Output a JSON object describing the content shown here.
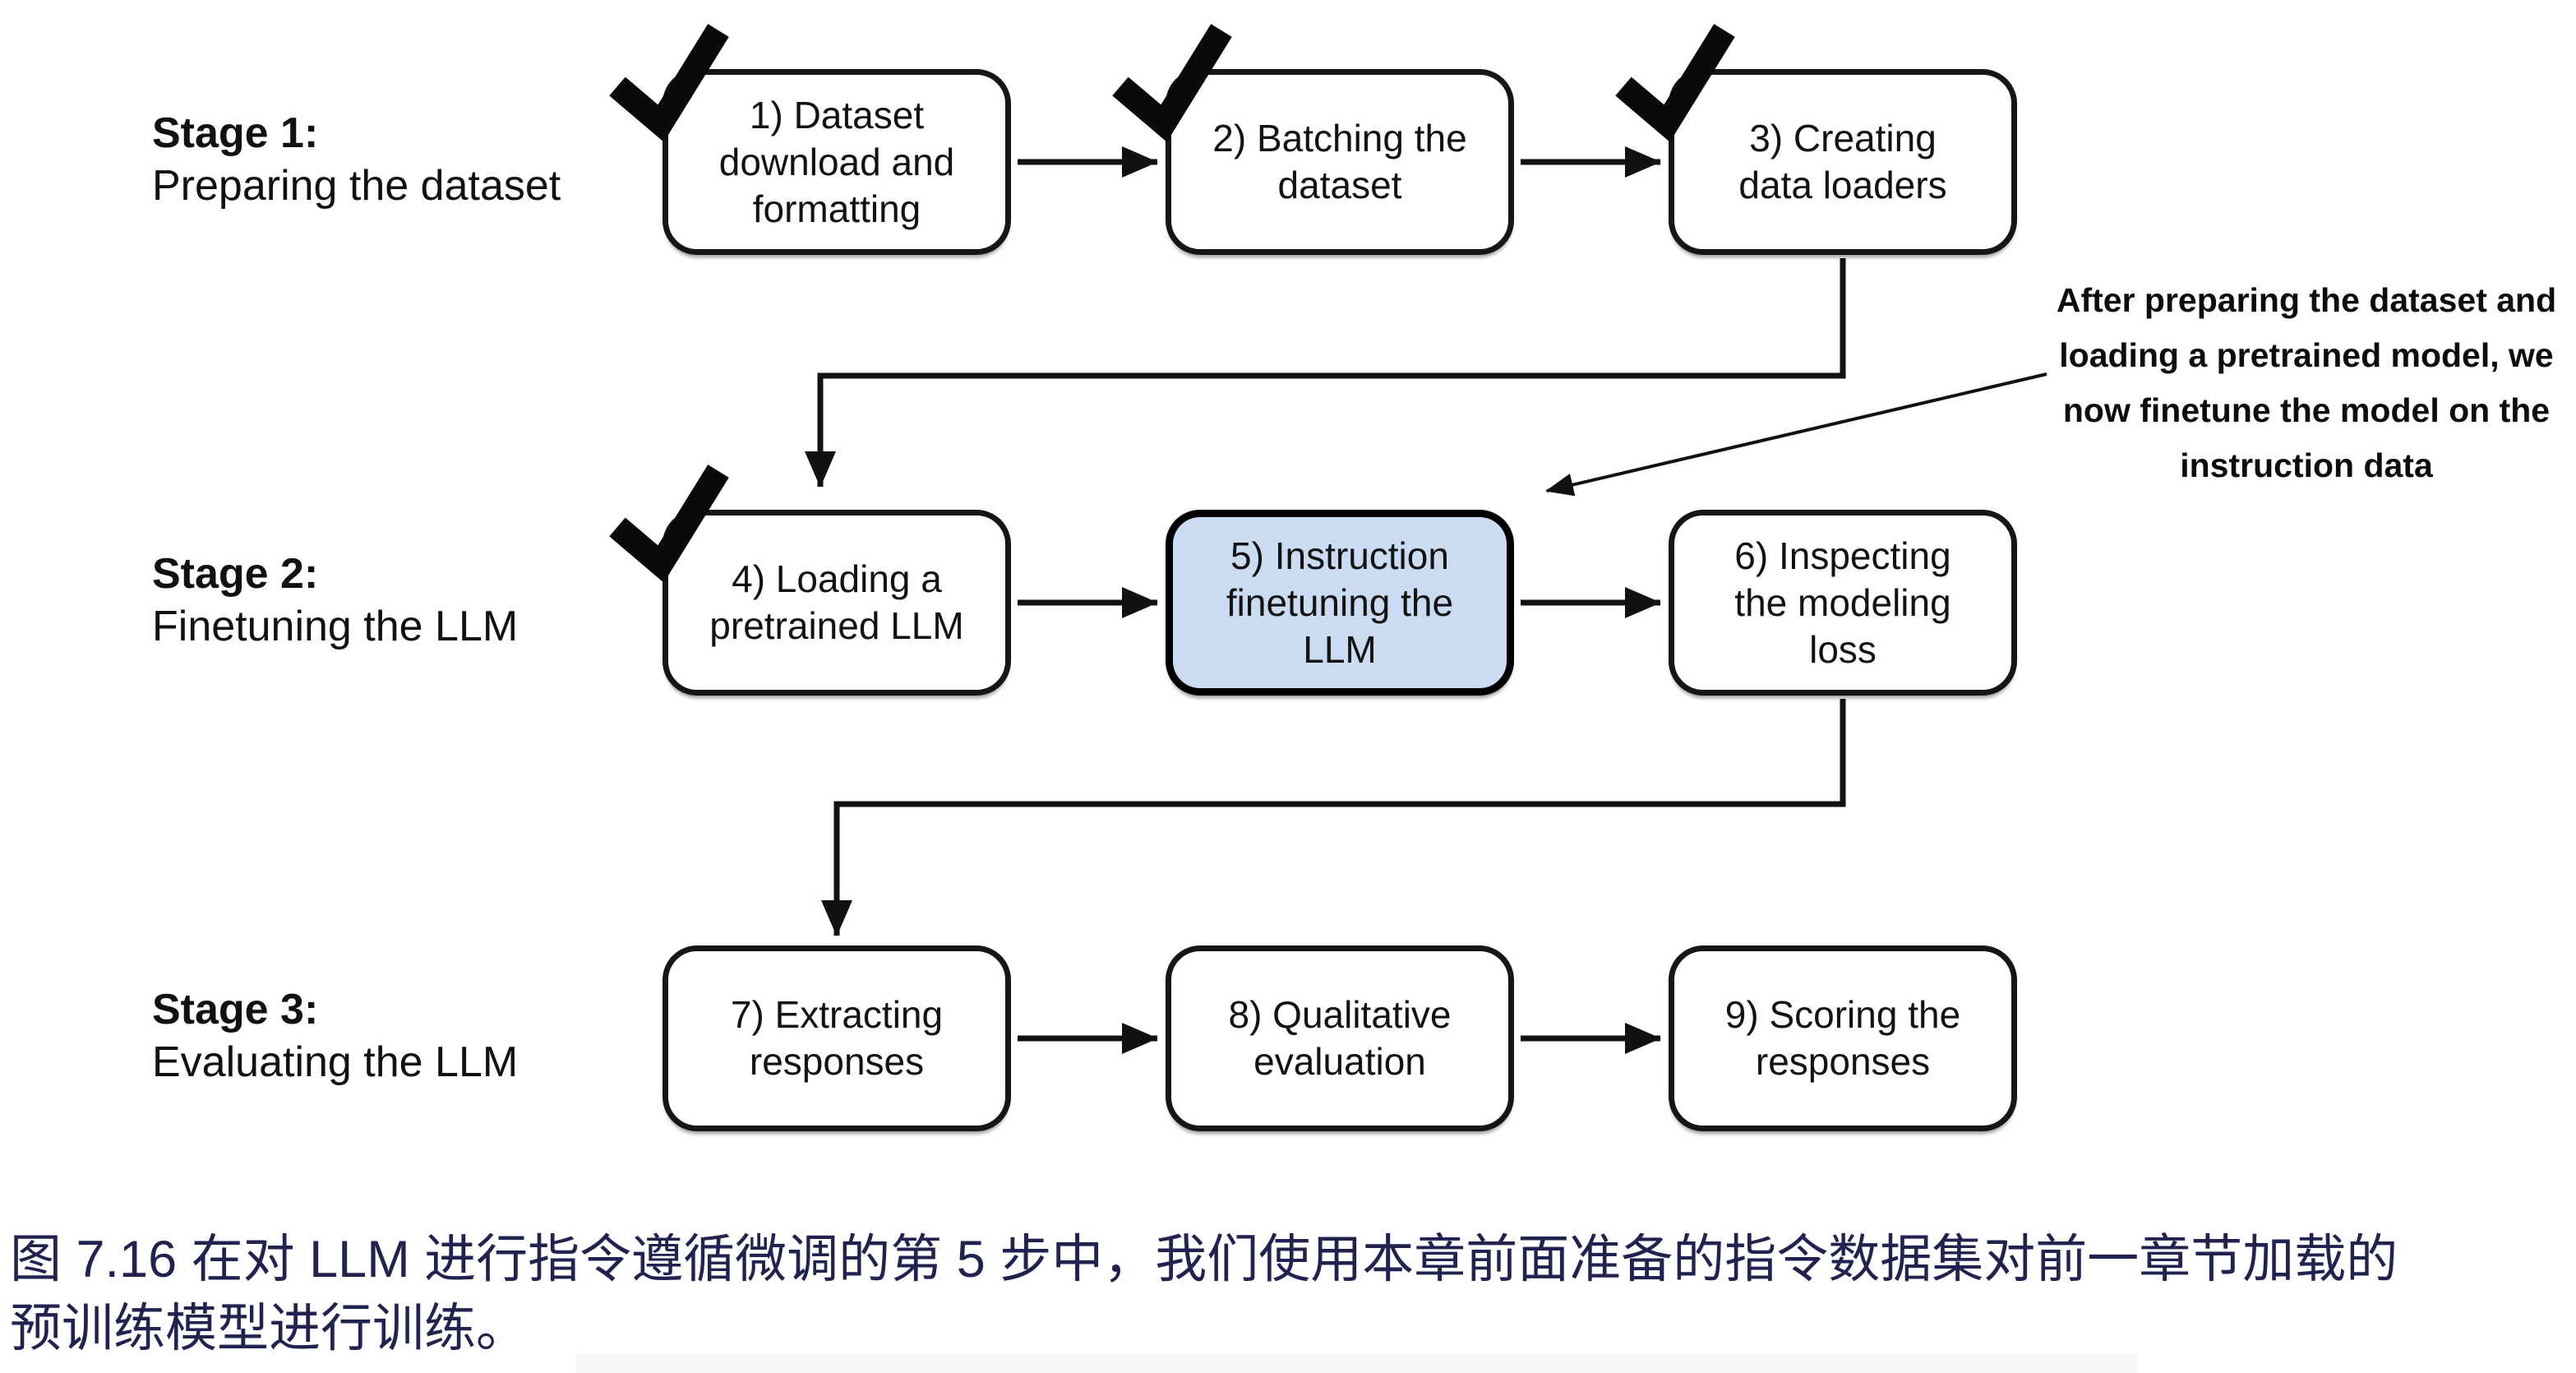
{
  "stages": [
    {
      "title": "Stage 1:",
      "subtitle": "Preparing the dataset"
    },
    {
      "title": "Stage 2:",
      "subtitle": "Finetuning the LLM"
    },
    {
      "title": "Stage 3:",
      "subtitle": "Evaluating the LLM"
    }
  ],
  "boxes": [
    {
      "label": "1) Dataset\ndownload and\nformatting",
      "checked": true,
      "highlighted": false
    },
    {
      "label": "2) Batching the\ndataset",
      "checked": true,
      "highlighted": false
    },
    {
      "label": "3) Creating\ndata loaders",
      "checked": true,
      "highlighted": false
    },
    {
      "label": "4) Loading a\npretrained LLM",
      "checked": true,
      "highlighted": false
    },
    {
      "label": "5) Instruction\nfinetuning the\nLLM",
      "checked": false,
      "highlighted": true
    },
    {
      "label": "6) Inspecting\nthe modeling\nloss",
      "checked": false,
      "highlighted": false
    },
    {
      "label": "7) Extracting\nresponses",
      "checked": false,
      "highlighted": false
    },
    {
      "label": "8) Qualitative\nevaluation",
      "checked": false,
      "highlighted": false
    },
    {
      "label": "9) Scoring the\nresponses",
      "checked": false,
      "highlighted": false
    }
  ],
  "annotation": {
    "text": "After preparing the dataset and\nloading a pretrained model, we\nnow finetune the model on the\ninstruction data"
  },
  "caption": {
    "text": "图 7.16 在对 LLM 进行指令遵循微调的第 5 步中，我们使用本章前面准备的指令数据集对前一章节加载的\n预训练模型进行训练。"
  },
  "icons": {
    "checkmark": "✓"
  },
  "colors": {
    "highlight_fill": "#cbdcf2",
    "box_border": "#161616",
    "connector": "#111111",
    "caption_text": "#222250"
  }
}
